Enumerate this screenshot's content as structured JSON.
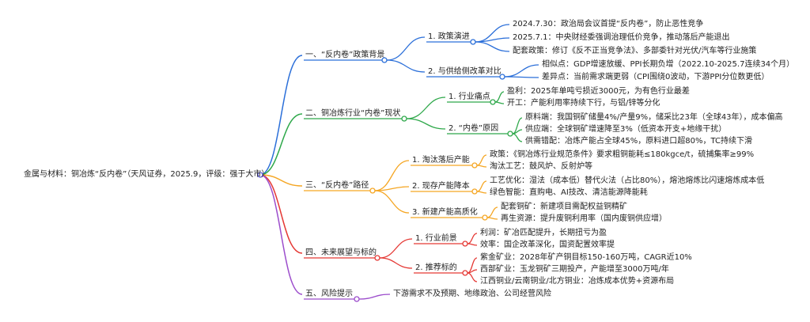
{
  "root": "金属与材料：铜冶炼“反内卷”（天风证券，2025.9，评级：强于大市）",
  "colors": {
    "root": "#5b5bd6",
    "b1": "#2b6fd9",
    "b2": "#2ea84a",
    "b3": "#f5a623",
    "b4": "#e53935",
    "b5": "#9c4dcc"
  },
  "branches": [
    {
      "label": "一、“反内卷”政策背景",
      "subs": [
        {
          "label": "1. 政策演进",
          "leaves": [
            "2024.7.30：政治局会议首提“反内卷”，防止恶性竞争",
            "2025.7.1：中央财经委强调治理低价竞争，推动落后产能退出",
            "配套政策：修订《反不正当竞争法》、多部委针对光伏/汽车等行业施策"
          ]
        },
        {
          "label": "2. 与供给侧改革对比",
          "leaves": [
            "相似点：GDP增速放缓、PPI长期负增（2022.10-2025.7连续34个月）",
            "差异点：当前需求端更弱（CPI围绕0波动，下游PPI分位数更低）"
          ]
        }
      ]
    },
    {
      "label": "二、铜冶炼行业“内卷”现状",
      "subs": [
        {
          "label": "1. 行业痛点",
          "leaves": [
            "盈利：2025年单吨亏损近3000元，为有色行业最差",
            "开工：产能利用率持续下行，与铝/锌等分化"
          ]
        },
        {
          "label": "2. “内卷”原因",
          "leaves": [
            "原料端：我国铜矿储量4%/产量9%，储采比23年（全球43年），成本偏高",
            "供应端：全球铜矿增速降至3%（低资本开支+地缘干扰）",
            "供需错配：冶炼产能占全球45%，原料进口超80%，TC持续下滑"
          ]
        }
      ]
    },
    {
      "label": "三、“反内卷”路径",
      "subs": [
        {
          "label": "1. 淘汰落后产能",
          "leaves": [
            "政策：《铜冶炼行业规范条件》要求粗铜能耗≤180kgce/t，硫捕集率≥99%",
            "淘汰工艺：鼓风炉、反射炉等"
          ]
        },
        {
          "label": "2. 现存产能降本",
          "leaves": [
            "工艺优化：湿法（成本低）替代火法（占比80%），熔池熔炼比闪速熔炼成本低",
            "绿色智能：直购电、AI技改、清洁能源降能耗"
          ]
        },
        {
          "label": "3. 新建产能高质化",
          "leaves": [
            "配套铜矿：新建项目需配权益铜精矿",
            "再生资源：提升废铜利用率（国内废铜供应增）"
          ]
        }
      ]
    },
    {
      "label": "四、未来展望与标的",
      "subs": [
        {
          "label": "1. 行业前景",
          "leaves": [
            "利润：矿冶匹配提升，长期扭亏为盈",
            "效率：国企改革深化，国资配置效率提"
          ]
        },
        {
          "label": "2. 推荐标的",
          "leaves": [
            "紫金矿业：2028年矿产铜目标150-160万吨，CAGR近10%",
            "西部矿业：玉龙铜矿三期投产，产能增至3000万吨/年",
            "江西铜业/云南铜业/北方铜业：冶炼成本优势+资源布局"
          ]
        }
      ]
    },
    {
      "label": "五、风险提示",
      "subs": [],
      "leaves": [
        "下游需求不及预期、地缘政治、公司经营风险"
      ]
    }
  ]
}
